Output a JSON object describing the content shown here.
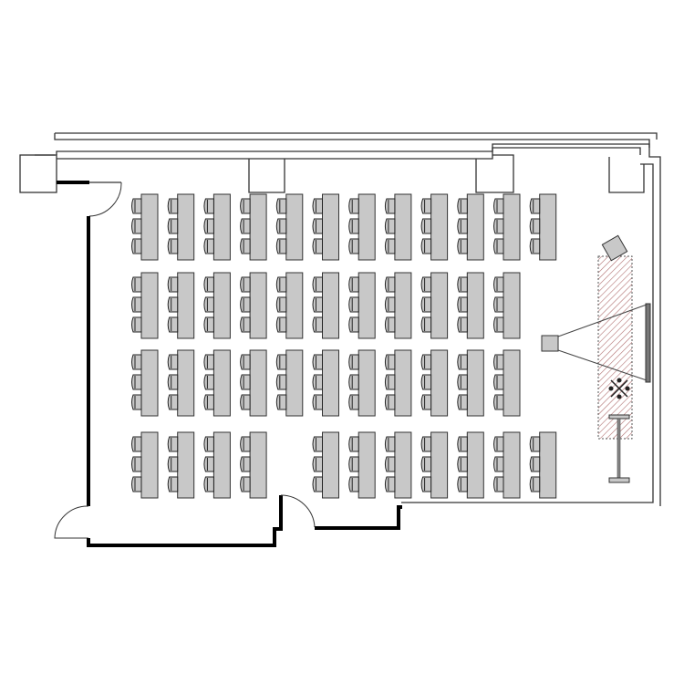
{
  "plan": {
    "type": "classroom-floor-plan",
    "colors": {
      "furniture": "#c8c8c8",
      "stage_hatch": "#b07070",
      "wall": "#000000"
    },
    "rows": [
      {
        "columns": [
          0,
          1,
          2,
          3,
          4,
          5,
          6,
          7,
          8,
          9,
          10,
          11
        ]
      },
      {
        "columns": [
          0,
          1,
          2,
          3,
          4,
          5,
          6,
          7,
          8,
          9,
          10
        ]
      },
      {
        "columns": [
          0,
          1,
          2,
          3,
          4,
          5,
          6,
          7,
          8,
          9,
          10
        ]
      },
      {
        "columns": [
          0,
          1,
          2,
          3,
          5,
          6,
          7,
          8,
          9,
          10,
          11
        ]
      }
    ],
    "chairs_per_table": 3
  }
}
